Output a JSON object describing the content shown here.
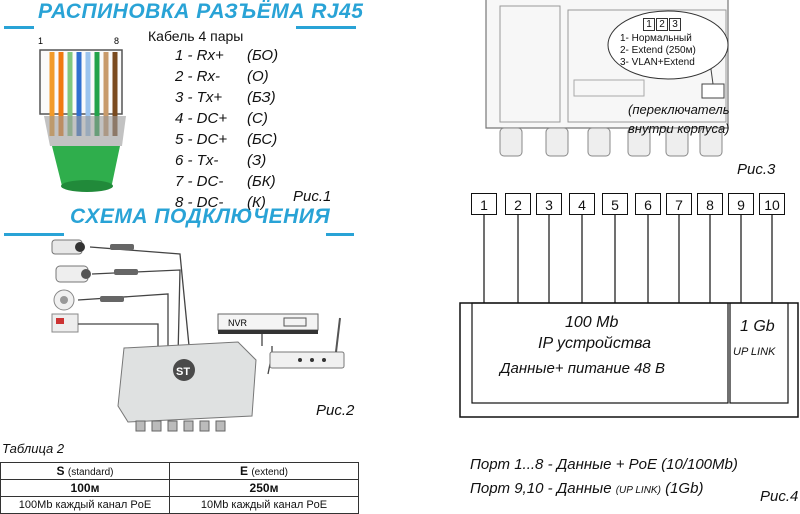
{
  "pinout": {
    "title": "РАСПИНОВКА РАЗЪЁМА RJ45",
    "cable_label": "Кабель 4 пары",
    "rows": [
      {
        "code": "1 - Rx+",
        "color": "(БО)"
      },
      {
        "code": "2 - Rx-",
        "color": "(О)"
      },
      {
        "code": "3 - Tx+",
        "color": "(БЗ)"
      },
      {
        "code": "4 - DC+",
        "color": "(С)"
      },
      {
        "code": "5 - DC+",
        "color": "(БС)"
      },
      {
        "code": "6 - Tx-",
        "color": "(З)"
      },
      {
        "code": "7 - DC-",
        "color": "(БК)"
      },
      {
        "code": "8 - DC-",
        "color": "(К)"
      }
    ],
    "fig_label": "Рис.1",
    "marker_one": "1",
    "marker_eight": "8"
  },
  "connection": {
    "title": "СХЕМА ПОДКЛЮЧЕНИЯ",
    "nvr_label": "NVR",
    "fig_label": "Рис.2",
    "logo_text": "ST"
  },
  "switch_photo": {
    "switch_numbers": [
      "1",
      "2",
      "3"
    ],
    "modes": [
      "1- Нормальный",
      "2- Extend (250м)",
      "3- VLAN+Extend"
    ],
    "note_line1": "(переключатель",
    "note_line2": "внутри корпуса)",
    "fig_label": "Рис.3"
  },
  "ports_diagram": {
    "ports": [
      "1",
      "2",
      "3",
      "4",
      "5",
      "6",
      "7",
      "8",
      "9",
      "10"
    ],
    "speed": "100 Mb",
    "device": "IP устройства",
    "data_power": "Данные+ питание 48 В",
    "uplink_speed": "1 Gb",
    "uplink_label": "UP LINK",
    "legend_line1": "Порт 1...8 - Данные + PoE (10/100Mb)",
    "legend_line2_a": "Порт 9,10 - Данные",
    "legend_line2_b": "(UP LINK)",
    "legend_line2_c": "(1Gb)",
    "fig_label": "Рис.4"
  },
  "table2": {
    "caption": "Таблица 2",
    "headers": [
      {
        "main": "S",
        "sub": "(standard)"
      },
      {
        "main": "E",
        "sub": "(extend)"
      }
    ],
    "distances": [
      "100м",
      "250м"
    ],
    "descriptions": [
      "100Mb каждый канал PoE",
      "10Mb каждый канал PoE"
    ]
  }
}
